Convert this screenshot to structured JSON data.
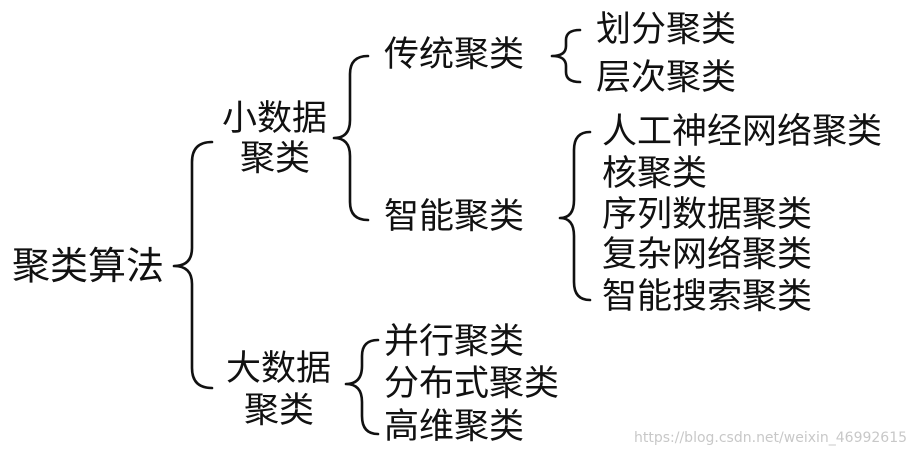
{
  "tree": {
    "root": "聚类算法",
    "small_data": {
      "label_line1": "小数据",
      "label_line2": "聚类",
      "traditional": {
        "label": "传统聚类",
        "items": [
          "划分聚类",
          "层次聚类"
        ]
      },
      "intelligent": {
        "label": "智能聚类",
        "items": [
          "人工神经网络聚类",
          "核聚类",
          "序列数据聚类",
          "复杂网络聚类",
          "智能搜索聚类"
        ]
      }
    },
    "big_data": {
      "label_line1": "大数据",
      "label_line2": "聚类",
      "items": [
        "并行聚类",
        "分布式聚类",
        "高维聚类"
      ]
    }
  },
  "watermark": "https://blog.csdn.net/weixin_46992615"
}
